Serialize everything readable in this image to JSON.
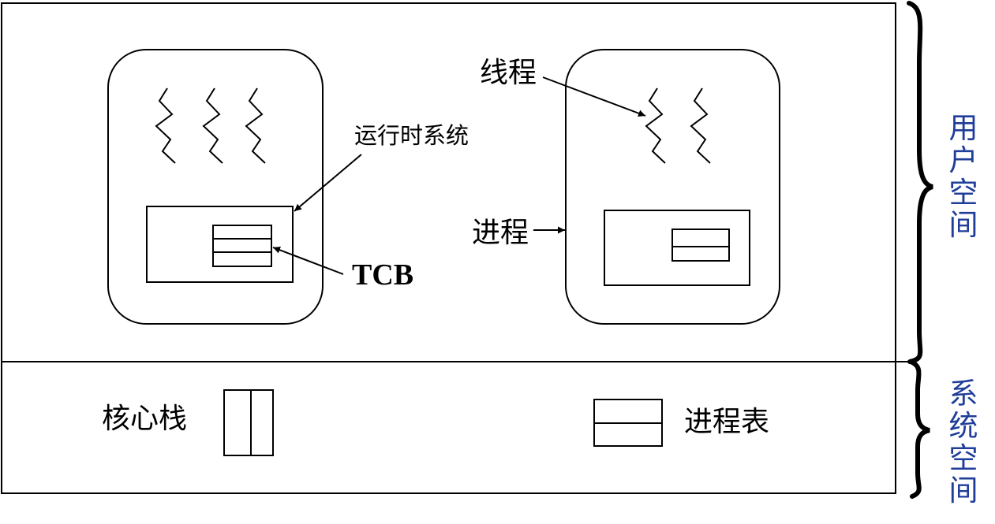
{
  "labels": {
    "thread": "线程",
    "runtime_system": "运行时系统",
    "tcb": "TCB",
    "process": "进程",
    "kernel_stack": "核心栈",
    "process_table": "进程表",
    "user_space": "用户空间",
    "system_space": "系统空间"
  },
  "colors": {
    "line": "#000000",
    "brace_label": "#1f3d99"
  }
}
